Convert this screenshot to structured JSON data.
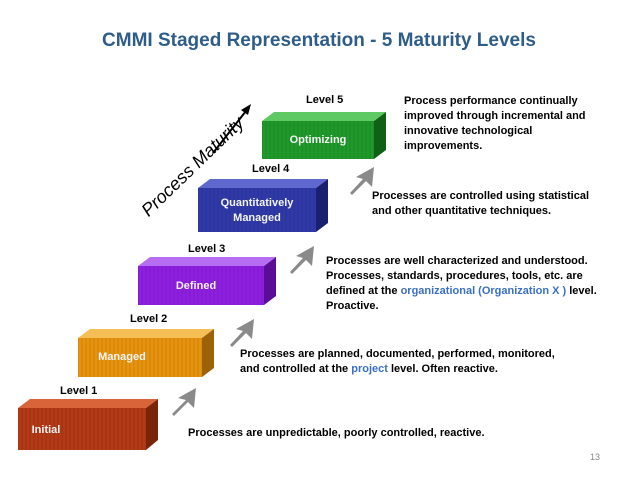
{
  "title": "CMMI Staged Representation - 5 Maturity Levels",
  "axis_label": "Process Maturity",
  "page_number": "13",
  "levels": [
    {
      "level": "Level  1",
      "name": "Initial",
      "color": "#b33a16",
      "description": "Processes are unpredictable, poorly controlled, reactive."
    },
    {
      "level": "Level  2",
      "name": "Managed",
      "color": "#e8940f",
      "description_1": "Processes are planned, documented, performed, monitored,",
      "description_2a": "and controlled at the ",
      "description_2b": "project",
      "description_2c": " level.  Often reactive."
    },
    {
      "level": "Level  3",
      "name": "Defined",
      "color": "#8f1fe0",
      "description_1": "Processes are well characterized and understood.",
      "description_2": "Processes, standards, procedures, tools, etc. are",
      "description_3a": "defined at the ",
      "description_3b": "organizational (Organization X )",
      "description_3c": " level.",
      "description_4": "Proactive."
    },
    {
      "level": "Level  4",
      "name_1": "Quantitatively",
      "name_2": "Managed",
      "color": "#2f3aa8",
      "description_1": "Processes are controlled using statistical",
      "description_2": "and other quantitative techniques."
    },
    {
      "level": "Level  5",
      "name": "Optimizing",
      "color": "#1f9a2a",
      "description_1": "Process performance continually",
      "description_2": "improved through incremental and",
      "description_3": "innovative technological",
      "description_4": "improvements."
    }
  ]
}
